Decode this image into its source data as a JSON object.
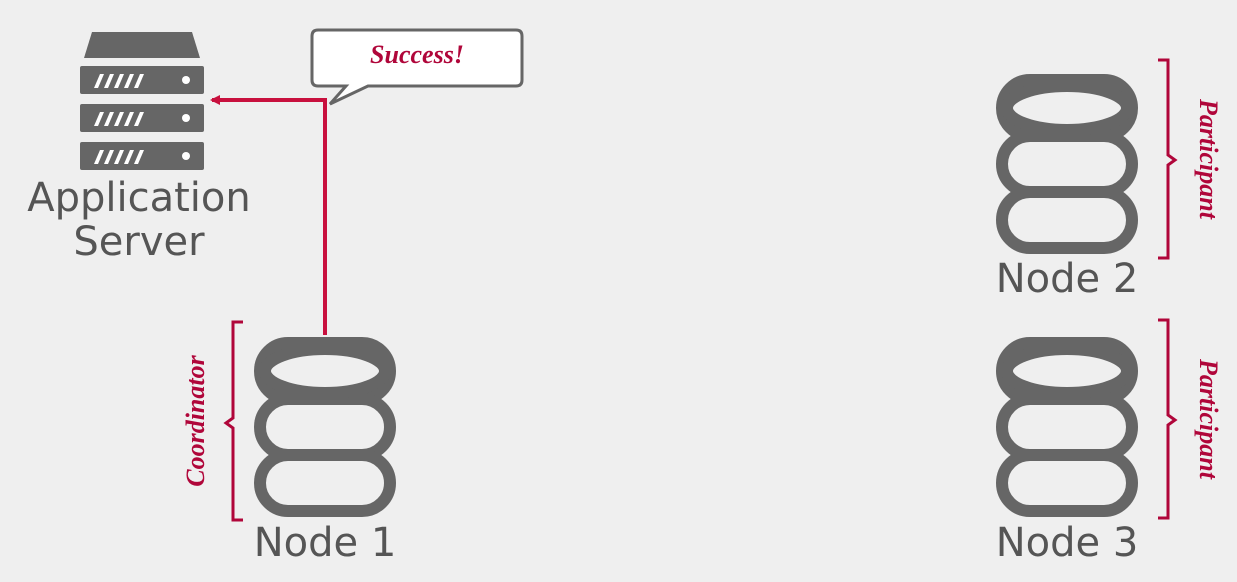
{
  "app_server": {
    "label_line1": "Application",
    "label_line2": "Server",
    "icon": "server-rack-icon"
  },
  "message": {
    "text": "Success!"
  },
  "nodes": [
    {
      "label": "Node 1",
      "role": "Coordinator",
      "icon": "database-icon"
    },
    {
      "label": "Node 2",
      "role": "Participant",
      "icon": "database-icon"
    },
    {
      "label": "Node 3",
      "role": "Participant",
      "icon": "database-icon"
    }
  ],
  "colors": {
    "accent": "#b0063a",
    "icon": "#666666",
    "background": "#efefef"
  }
}
